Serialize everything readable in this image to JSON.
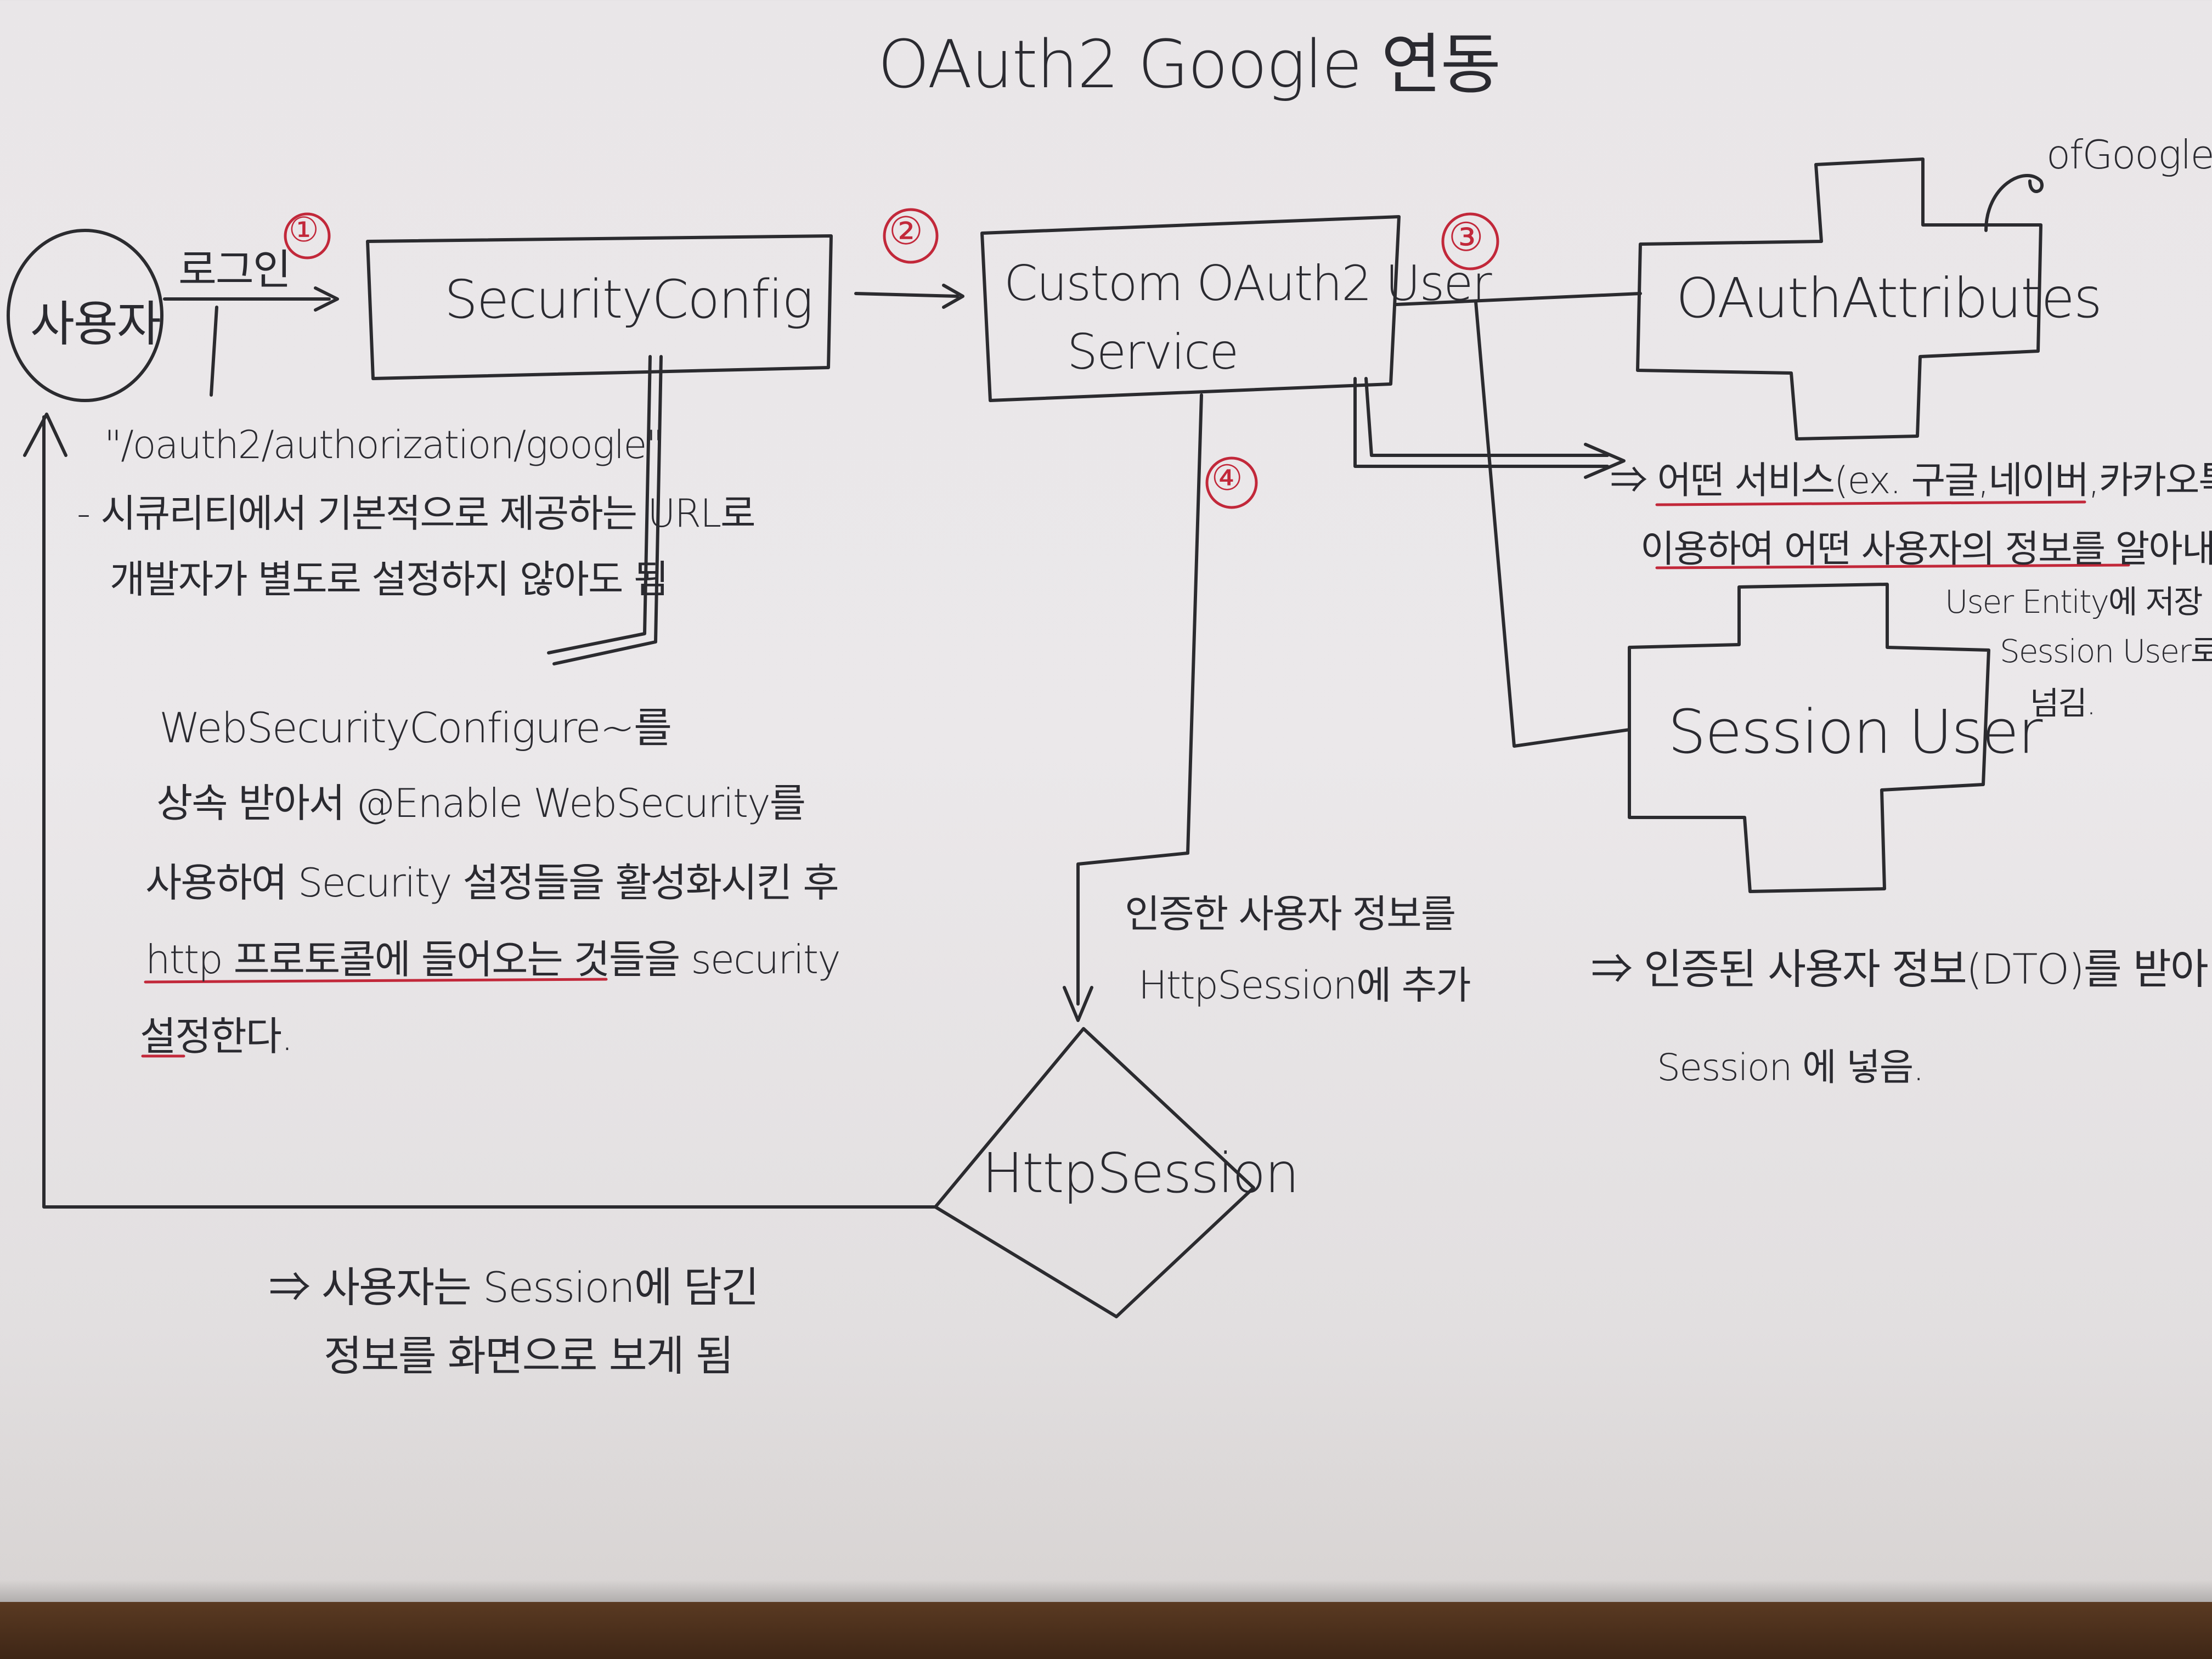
{
  "title": "OAuth2 Google 연동",
  "nodes": {
    "user": "사용자",
    "security_config": "SecurityConfig",
    "custom_service_line1": "Custom OAuth2 User",
    "custom_service_line2": "Service",
    "oauth_attributes": "OAuthAttributes",
    "session_user": "Session User",
    "http_session": "HttpSession"
  },
  "edges": {
    "login": "로그인",
    "step1": "①",
    "step2": "②",
    "step3": "③",
    "step4": "④",
    "of_google": "ofGoogle"
  },
  "notes": {
    "url_line1": "\"/oauth2/authorization/google\"",
    "url_line2": "- 시큐리티에서 기본적으로 제공하는 URL로",
    "url_line3": "개발자가 별도로 설정하지 않아도 됨",
    "wsc_line1": "WebSecurityConfigure~를",
    "wsc_line2": "상속 받아서 @Enable WebSecurity를",
    "wsc_line3": "사용하여 Security 설정들을 활성화시킨 후",
    "wsc_line4": "http 프로토콜에 들어오는 것들을 security",
    "wsc_line5": "설정한다.",
    "attr_line1": "⇒ 어떤 서비스(ex. 구글,네이버,카카오톡 등)을",
    "attr_line2": "이용하여 어떤 사용자의 정보를 알아내고",
    "attr_line3": "User Entity에 저장 후",
    "attr_line4": "Session User로",
    "attr_line5": "넘김.",
    "session_line1": "인증한 사용자 정보를",
    "session_line2": "HttpSession에 추가",
    "dto_line1": "⇒ 인증된 사용자 정보(DTO)를 받아",
    "dto_line2": "Session 에 넣음.",
    "bottom_line1": "⇒ 사용자는 Session에 담긴",
    "bottom_line2": "정보를 화면으로 보게 됨"
  },
  "colors": {
    "ink": "#2b2b2f",
    "red_ink": "#c2283a",
    "paper": "#eae7e9",
    "table": "#4a2e1b"
  }
}
